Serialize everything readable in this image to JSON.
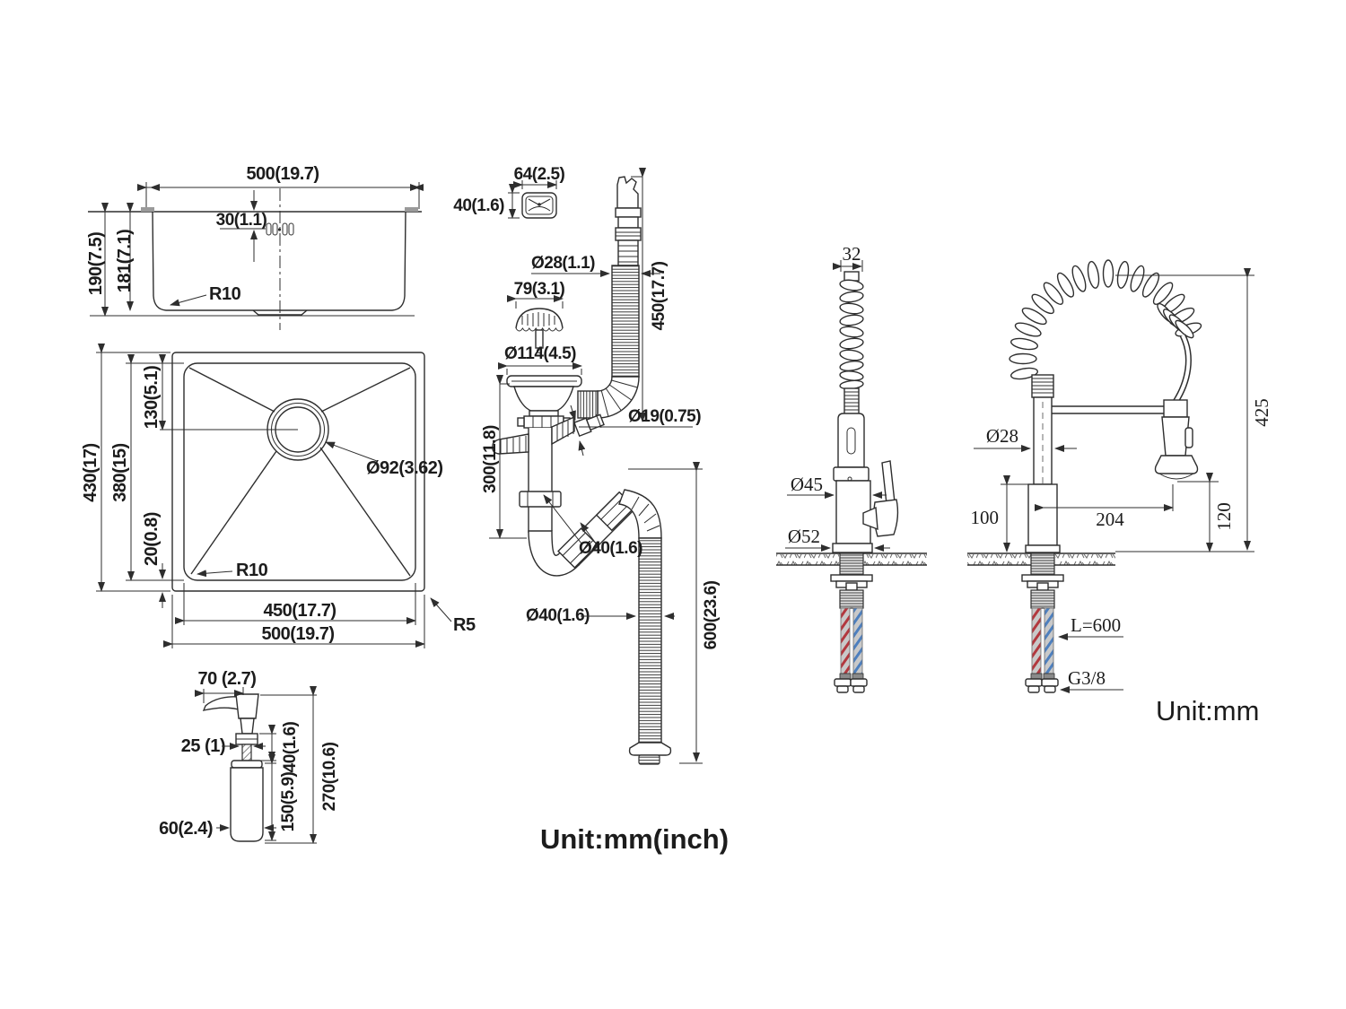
{
  "units_note_center": "Unit:mm(inch)",
  "units_note_right": "Unit:mm",
  "sink_side_view": {
    "width_top": "500(19.7)",
    "hole_offset": "30(1.1)",
    "depth_outer": "190(7.5)",
    "depth_inner": "181(7.1)",
    "corner_radius": "R10"
  },
  "sink_top_view": {
    "outer_length": "430(17)",
    "inner_length": "380(15)",
    "drain_from_top": "130(5.1)",
    "edge_gap": "20(0.8)",
    "drain_diameter": "Ø92(3.62)",
    "inner_corner_radius": "R10",
    "inner_width": "450(17.7)",
    "outer_width": "500(19.7)",
    "outer_corner_radius": "R5"
  },
  "soap_dispenser": {
    "spout_reach": "70 (2.7)",
    "collar_width": "25 (1)",
    "neck_height": "40(1.6)",
    "bottle_height": "150(5.9)",
    "total_height": "270(10.6)",
    "bottle_diameter": "60(2.4)"
  },
  "drain_assembly": {
    "overflow_width": "64(2.5)",
    "overflow_height": "40(1.6)",
    "overflow_hose_diameter": "Ø28(1.1)",
    "strainer_width": "79(3.1)",
    "overflow_hose_length": "450(17.7)",
    "flange_diameter": "Ø114(4.5)",
    "barb_diameter": "Ø19(0.75)",
    "tailpiece_length": "300(11.8)",
    "trap_diameter": "Ø40(1.6)",
    "outlet_hose_diameter": "Ø40(1.6)",
    "outlet_hose_length": "600(23.6)"
  },
  "faucet_front": {
    "coil_width": "32",
    "body_diameter": "Ø45",
    "base_diameter": "Ø52"
  },
  "faucet_side": {
    "column_diameter": "Ø28",
    "base_height": "100",
    "reach": "204",
    "head_height": "120",
    "total_height": "425",
    "supply_hose_length": "L=600",
    "thread_size": "G3/8"
  },
  "colors": {
    "line": "#2e2e2e",
    "hot": "#b2383e",
    "cold": "#4d7fbe",
    "hose_gray": "#c9c9c9"
  }
}
